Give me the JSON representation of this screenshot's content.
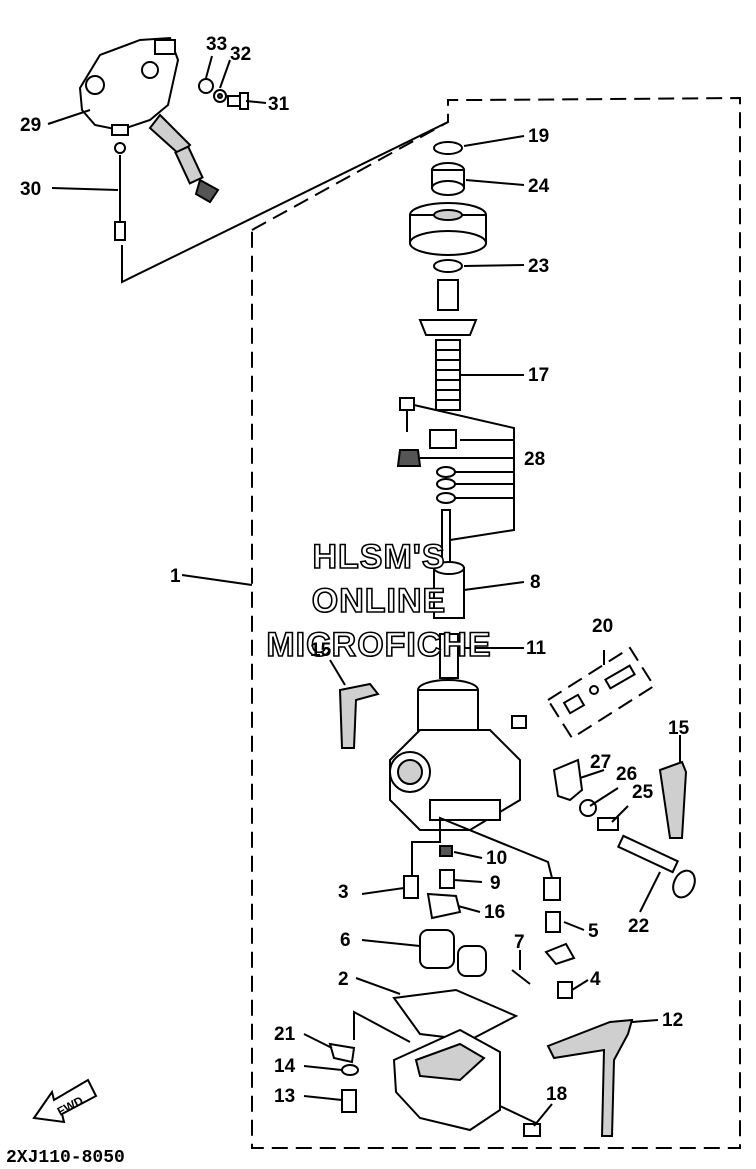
{
  "callouts": [
    "1",
    "2",
    "3",
    "4",
    "5",
    "6",
    "7",
    "8",
    "9",
    "10",
    "11",
    "12",
    "13",
    "14",
    "15",
    "15",
    "16",
    "17",
    "18",
    "19",
    "20",
    "21",
    "22",
    "23",
    "24",
    "25",
    "26",
    "27",
    "28",
    "29",
    "30",
    "31",
    "32",
    "33"
  ],
  "watermark": {
    "line1": "HLSM'S",
    "line2": "ONLINE",
    "line3": "MICROFICHE"
  },
  "fwd_label": "FWD",
  "diagram_code": "2XJ110-8050"
}
